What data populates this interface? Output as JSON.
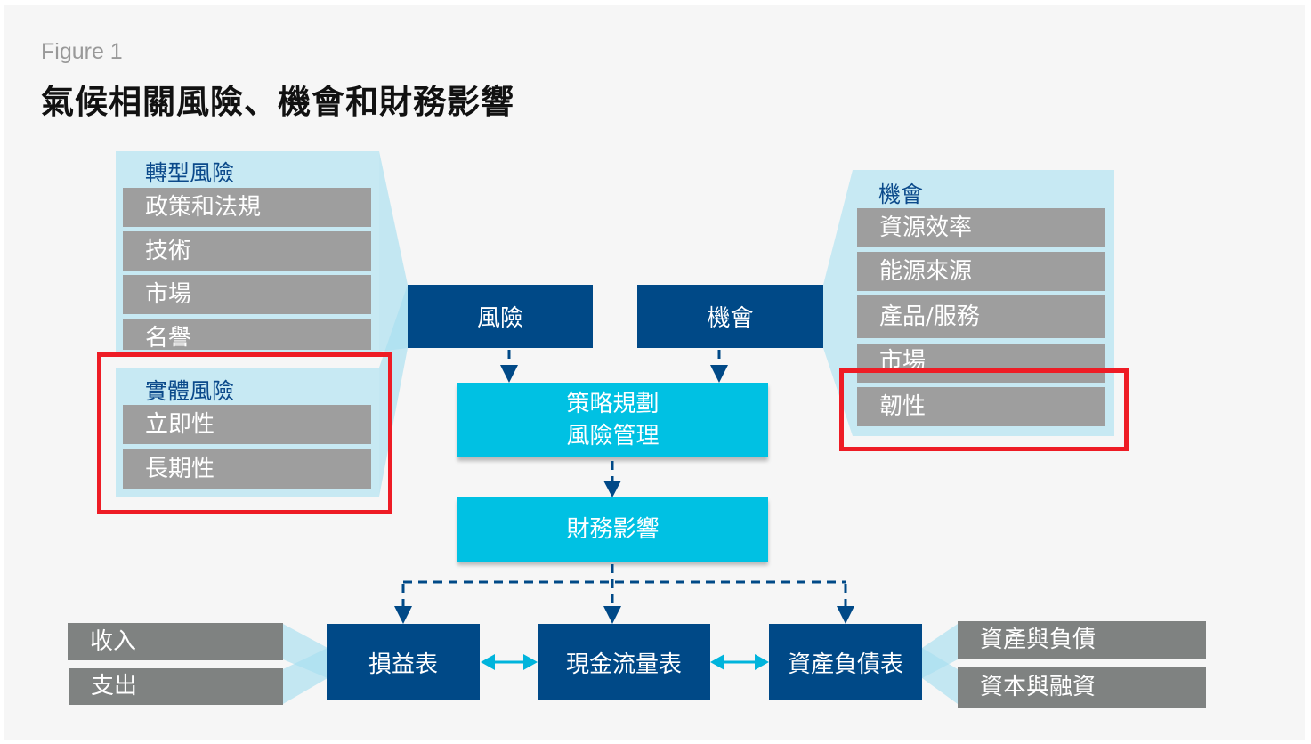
{
  "figure": {
    "label": "Figure 1",
    "title": "氣候相關風險、機會和財務影響"
  },
  "colors": {
    "navy": "#004987",
    "cyan": "#00c1e3",
    "light_blue": "#c7e9f3",
    "grey_item": "#9e9e9e",
    "dark_grey_item": "#7f8281",
    "highlight_red": "#ee1c25",
    "arrow_cyan": "#00b4dc"
  },
  "transition_risks": {
    "heading": "轉型風險",
    "items": [
      "政策和法規",
      "技術",
      "市場",
      "名譽"
    ]
  },
  "physical_risks": {
    "heading": "實體風險",
    "items": [
      "立即性",
      "長期性"
    ]
  },
  "opportunities": {
    "heading": "機會",
    "items": [
      "資源效率",
      "能源來源",
      "產品/服務",
      "市場",
      "韌性"
    ]
  },
  "central": {
    "risk": "風險",
    "opportunity": "機會",
    "strategy_line1": "策略規劃",
    "strategy_line2": "風險管理",
    "financial_impact": "財務影響"
  },
  "statements": {
    "income": "損益表",
    "cash_flow": "現金流量表",
    "balance_sheet": "資產負債表"
  },
  "income_items": [
    "收入",
    "支出"
  ],
  "balance_items": [
    "資產與負債",
    "資本與融資"
  ],
  "highlights": [
    "physical-risks-group",
    "resilience-item"
  ]
}
